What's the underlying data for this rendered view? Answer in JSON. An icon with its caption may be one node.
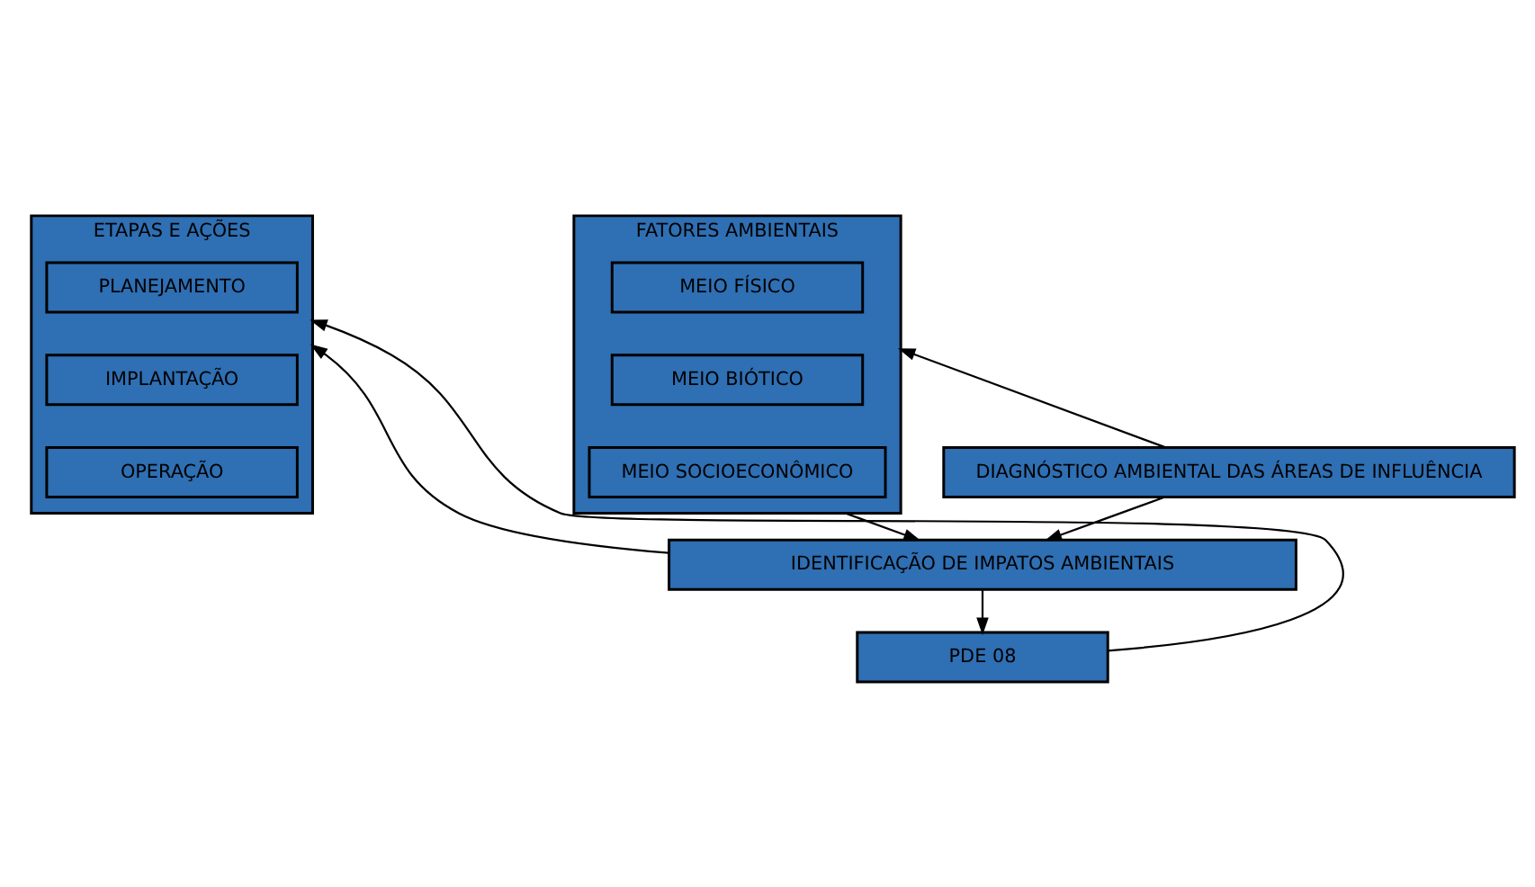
{
  "diagram": {
    "nodes": [
      {
        "text": [
          "DIAGNÓSTICO AMBIENTAL DAS ÁREAS DE INFLUÊNCIA"
        ]
      },
      {
        "text": [
          "FATORES AMBIENTAIS"
        ]
      },
      {
        "text": [
          "MEIO FÍSICO"
        ],
        "in": 1
      },
      {
        "text": [
          "MEIO BIÓTICO"
        ],
        "in": 1
      },
      {
        "text": [
          "MEIO SOCIOECONÔMICO"
        ],
        "in": 1
      },
      {
        "text": [
          "IDENTIFICAÇÃO DE IMPATOS AMBIENTAIS"
        ]
      },
      {
        "text": [
          "PDE 08"
        ]
      },
      {
        "text": [
          "ETAPAS E AÇÕES"
        ]
      },
      {
        "text": [
          "PLANEJAMENTO"
        ],
        "in": 7
      },
      {
        "text": [
          "IMPLANTAÇÃO"
        ],
        "in": 7
      },
      {
        "text": [
          "OPERAÇÃO"
        ],
        "in": 7
      }
    ],
    "edges": [
      {
        "from": 0,
        "to": 1,
        "arrow": "to"
      },
      {
        "from": 0,
        "to": 5,
        "arrow": "to"
      },
      {
        "from": 1,
        "to": 5,
        "arrow": "to"
      },
      {
        "from": 5,
        "to": 6,
        "arrow": "to"
      },
      {
        "from": 5,
        "to": 7,
        "arrow": "to"
      },
      {
        "from": 6,
        "to": 7,
        "arrow": "to"
      }
    ]
  }
}
